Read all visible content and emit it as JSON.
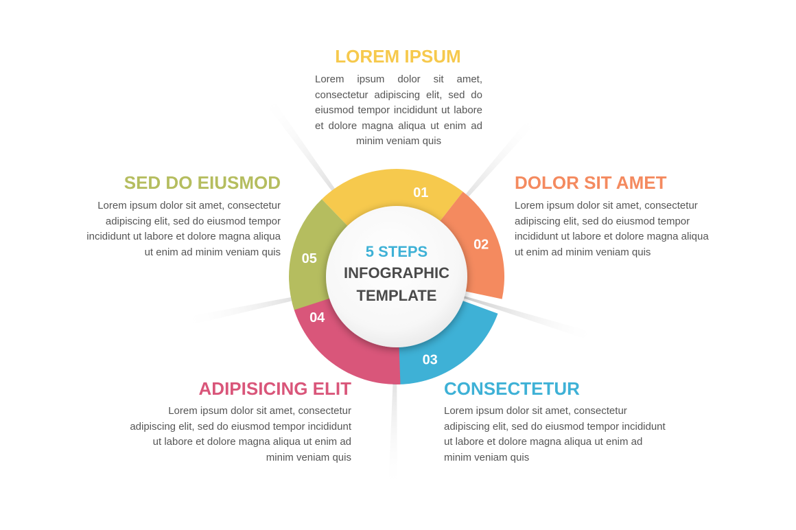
{
  "center": {
    "line1": "5 STEPS",
    "line2": "INFOGRAPHIC",
    "line3": "TEMPLATE"
  },
  "colors": {
    "step1": "#f6c94d",
    "step2": "#f48a5f",
    "step3": "#3eb1d6",
    "step4": "#d9567a",
    "step5": "#b5bd5f",
    "center_accent": "#3eb1d6",
    "center_text": "#4a4a4a",
    "body_text": "#555555"
  },
  "steps": [
    {
      "number": "01",
      "title": "LOREM IPSUM",
      "text": "Lorem ipsum dolor sit amet, consectetur adipiscing elit, sed do eiusmod tempor incididunt ut labore et dolore magna aliqua ut enim ad minim veniam quis"
    },
    {
      "number": "02",
      "title": "DOLOR SIT AMET",
      "text": "Lorem ipsum dolor sit amet, consectetur adipiscing elit, sed do eiusmod tempor incididunt ut labore et dolore magna aliqua ut enim ad minim veniam quis"
    },
    {
      "number": "03",
      "title": "CONSECTETUR",
      "text": "Lorem ipsum dolor sit amet, consectetur adipiscing elit, sed do eiusmod tempor incididunt ut labore et dolore magna aliqua ut enim ad minim veniam quis"
    },
    {
      "number": "04",
      "title": "ADIPISICING ELIT",
      "text": "Lorem ipsum dolor sit amet, consectetur adipiscing elit, sed do eiusmod tempor incididunt ut labore et dolore magna aliqua ut enim ad minim veniam quis"
    },
    {
      "number": "05",
      "title": "SED DO EIUSMOD",
      "text": "Lorem ipsum dolor sit amet, consectetur adipiscing elit, sed do eiusmod tempor incididunt ut labore et dolore magna aliqua ut enim ad minim veniam quis"
    }
  ]
}
